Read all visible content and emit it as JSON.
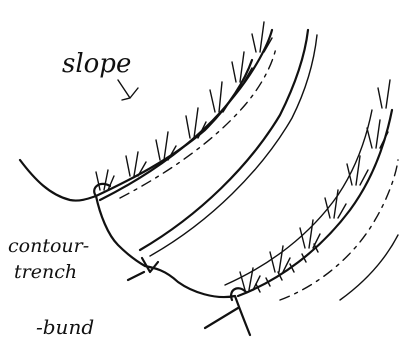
{
  "labels": {
    "slope": "slope",
    "contour_line1": "contour-",
    "contour_line2": "trench",
    "bund": "-bund"
  },
  "colors": {
    "ink": "#111111",
    "paper": "#ffffff"
  }
}
